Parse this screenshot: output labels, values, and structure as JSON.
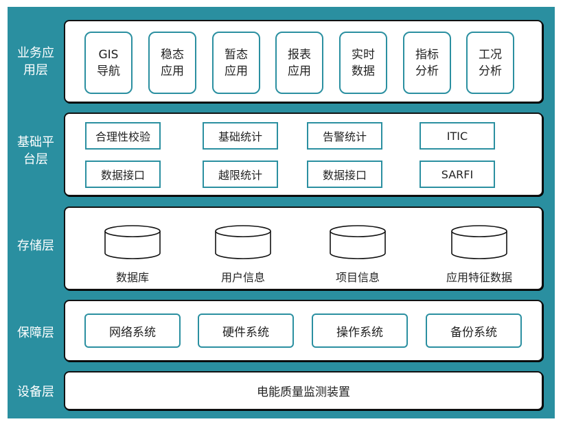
{
  "colors": {
    "accent": "#2a8fa0",
    "panel_bg": "#ffffff",
    "panel_border": "#111111",
    "text": "#222222"
  },
  "layers": {
    "application": {
      "label": "业务应\n用层",
      "label_line1": "业务应",
      "label_line2": "用层",
      "items": [
        "GIS\n导航",
        "稳态\n应用",
        "暂态\n应用",
        "报表\n应用",
        "实时\n数据",
        "指标\n分析",
        "工况\n分析"
      ]
    },
    "platform": {
      "label_line1": "基础平",
      "label_line2": "台层",
      "items": [
        "合理性校验",
        "基础统计",
        "告警统计",
        "ITIC",
        "数据接口",
        "越限统计",
        "数据接口",
        "SARFI"
      ]
    },
    "storage": {
      "label": "存储层",
      "items": [
        {
          "label": "数据库",
          "icon": "database-icon"
        },
        {
          "label": "用户信息",
          "icon": "database-icon"
        },
        {
          "label": "项目信息",
          "icon": "database-icon"
        },
        {
          "label": "应用特征数据",
          "icon": "database-icon"
        }
      ]
    },
    "support": {
      "label": "保障层",
      "items": [
        "网络系统",
        "硬件系统",
        "操作系统",
        "备份系统"
      ]
    },
    "device": {
      "label": "设备层",
      "item": "电能质量监测装置"
    }
  }
}
